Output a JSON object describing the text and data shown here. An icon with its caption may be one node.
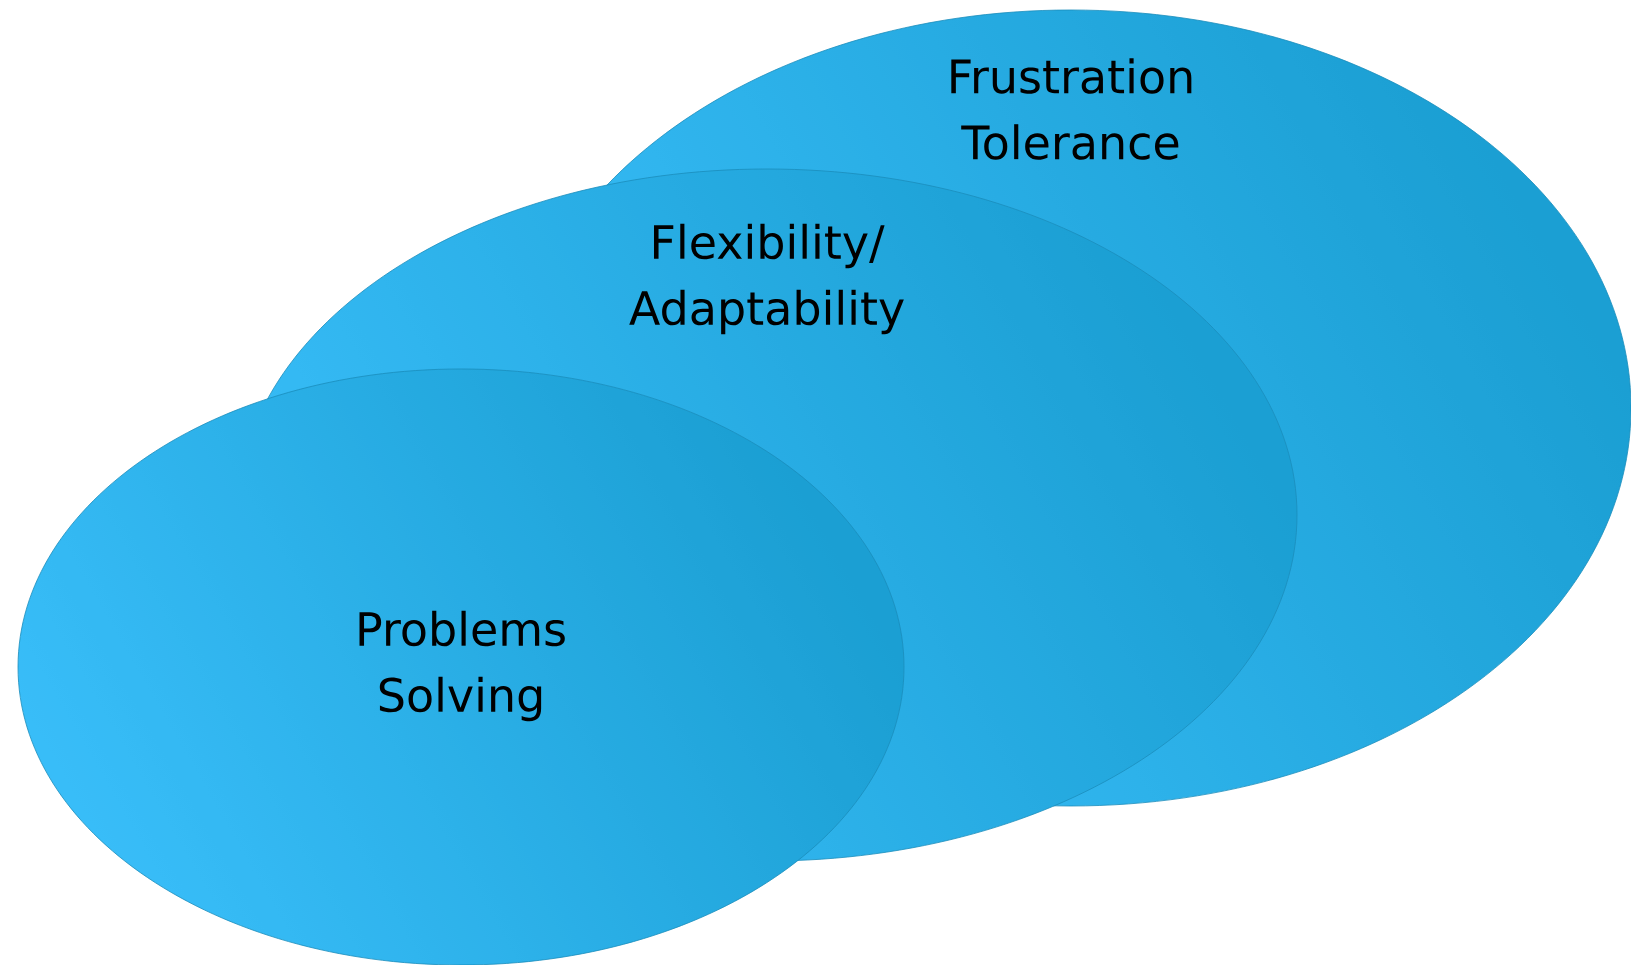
{
  "diagram": {
    "nodes": [
      {
        "text": [
          "Frustration Tolerance"
        ]
      },
      {
        "text": [
          "Flexibility/ Adaptability"
        ]
      },
      {
        "text": [
          "Problems Solving"
        ]
      }
    ]
  }
}
